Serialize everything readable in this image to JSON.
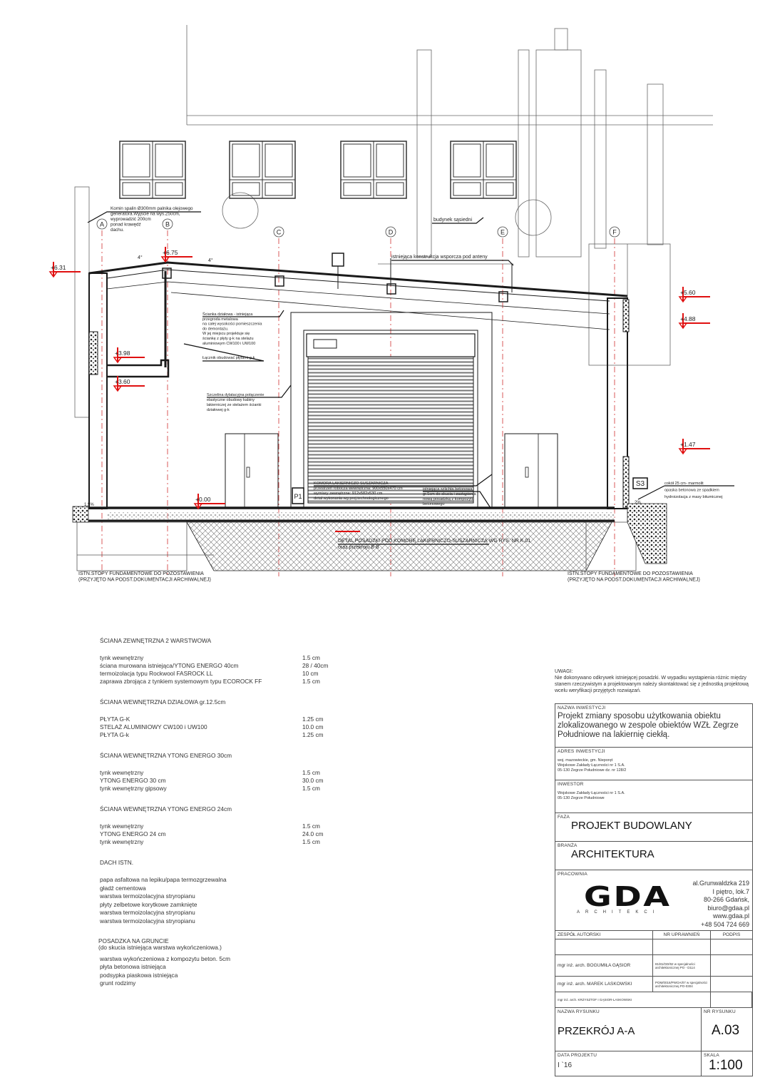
{
  "colors": {
    "line": "#1a1a1a",
    "thin": "#555555",
    "axis": "#d03030",
    "level": "#e01010",
    "hatch": "#777777"
  },
  "axes": [
    "A",
    "B",
    "C",
    "D",
    "E",
    "F"
  ],
  "levels": [
    "+6.31",
    "+6.75",
    "+3.98",
    "+3.60",
    "+0.00",
    "+5.60",
    "+4.88",
    "+1.47"
  ],
  "slopes": [
    "4°",
    "4°"
  ],
  "tags": {
    "p1": "P1",
    "s3": "S3"
  },
  "annotations": {
    "chimney": [
      "Komin spalin Ø300mm palnika olejowego",
      "generatora.Wyjście na wys.250cm,",
      "wyprowadzić 200cm",
      "ponad krawędź",
      "dachu."
    ],
    "neighbor": "budynek sąsiedni",
    "antenna": "istniejąca konstrukcja wsporcza pod anteny",
    "partition": [
      "Ścianka działowa - istniejąca",
      "przegroda metalowa",
      "na całej wysokości pomieszczenia",
      "do demontażu.",
      "W jej miejscu projektuje się",
      "ściankę z płyty g-k na stelażu",
      "aluminiowym CW100 i UW100"
    ],
    "connector": "Łącznik obudować płytami g-k",
    "gap": [
      "Szczelina dylatacyjna połączenie",
      "elastyczne obudowy kabiny",
      "lakierniczej ze stelażem ścianki",
      "działowej g-k"
    ],
    "booth": [
      "KOMORA LAKIERNICZO SUSZARNICZA",
      "przestrzeń robocza wewnętrzna: 900x550x470 cm",
      "wymiary zewnętrzne: 912x582x530 cm",
      "detal wykonania wg proj.technologicznego"
    ],
    "screed": [
      "istniejąca szlichta betonowa",
      "gr.5cm do skucia i zastąpienia",
      "nową posadzką z kompozytu",
      "betonowego"
    ],
    "plinth": [
      "cokół 25 cm- marmolit",
      "opaska betonowa ze spadkiem",
      "hydroizolacja z masy bitumicznej"
    ],
    "slope_pct": [
      "1.5%",
      "2%"
    ],
    "floor_detail": [
      "DETAL POSADZKI POD KOMORĘ LAKIERNICZO-SUSZARNICZĄ WG RYS. NR K.01",
      "oraz przekroju B-B"
    ],
    "foundation": [
      "ISTN.STOPY FUNDAMENTOWE DO POZOSTAWIENIA",
      "(PRZYJĘTO NA PODST.DOKUMENTACJI ARCHIWALNEJ)"
    ]
  },
  "specs": [
    {
      "title": "ŚCIANA ZEWNĘTRZNA 2 WARSTWOWA",
      "rows": [
        [
          "tynk wewnętrzny",
          "1.5 cm"
        ],
        [
          "ściana murowana   istniejąca/YTONG ENERGO 40cm",
          "28 / 40cm"
        ],
        [
          "termoizolacja typu Rockwool FASROCK LL",
          "10 cm"
        ],
        [
          "zaprawa zbrojąca z tynkiem systemowym typu ECOROCK FF",
          "1.5 cm"
        ]
      ]
    },
    {
      "title": "ŚCIANA WEWNĘTRZNA DZIAŁOWA gr.12.5cm",
      "rows": [
        [
          "PŁYTA G-K",
          "1.25 cm"
        ],
        [
          "STELAŻ ALUMINIOWY CW100 i UW100",
          "10.0 cm"
        ],
        [
          "PŁYTA G-k",
          "1.25 cm"
        ]
      ]
    },
    {
      "title": "ŚCIANA WEWNĘTRZNA YTONG ENERGO 30cm",
      "rows": [
        [
          "tynk wewnętrzny",
          "1.5 cm"
        ],
        [
          "YTONG ENERGO 30 cm",
          "30.0 cm"
        ],
        [
          "tynk wewnętrzny gipsowy",
          "1.5 cm"
        ]
      ]
    },
    {
      "title": "ŚCIANA WEWNĘTRZNA YTONG ENERGO 24cm",
      "rows": [
        [
          "tynk wewnętrzny",
          "1.5 cm"
        ],
        [
          "YTONG ENERGO 24 cm",
          "24.0 cm"
        ],
        [
          "tynk wewnętrzny",
          "1.5 cm"
        ]
      ]
    },
    {
      "title": "DACH ISTN.",
      "rows": [
        [
          "papa asfaltowa na lepiku/papa termozgrzewalna",
          ""
        ],
        [
          "gładź cementowa",
          ""
        ],
        [
          "warstwa termoizolacyjna stryropianu",
          ""
        ],
        [
          "płyty zelbetowe korytkowe zamknięte",
          ""
        ],
        [
          "warstwa termoizolacyjna stryropianu",
          ""
        ],
        [
          "warstwa termoizolacyjna stryropianu",
          ""
        ]
      ]
    },
    {
      "title": "POSADZKA NA GRUNCIE\n(do skucia istniejąca warstwa wykończeniowa.)",
      "rows": [
        [
          "warstwa wykończeniowa z kompozytu beton. 5cm",
          ""
        ],
        [
          "płyta betonowa istniejąca",
          ""
        ],
        [
          "podsypka piaskowa istniejąca",
          ""
        ],
        [
          "grunt rodzimy",
          ""
        ]
      ]
    }
  ],
  "notes": {
    "title": "UWAGI:",
    "text": "Nie dokonywano odkrywek istniejącej posadzki. W wypadku wystąpienia różnic między stanem rzeczywistym a projektowanym należy skontaktować się z jednostką projektową wcelu weryfikacji przyjętych rozwiązań."
  },
  "title_block": {
    "investment_label": "NAZWA INWESTYCJI",
    "investment": "Projekt zmiany sposobu użytkowania obiektu zlokalizowanego w zespole obiektów WZŁ Zegrze Południowe  na lakiernię ciekłą.",
    "address_label": "ADRES INWESTYCJI",
    "address": [
      "woj. mazowieckie, gm. Nieporęt",
      "Wojskowe Zakłady Łączności nr 1 S.A.",
      "05-130 Zegrze Południowe dz. nr 128/2"
    ],
    "investor_label": "INWESTOR",
    "investor": [
      "Wojskowe Zakłady Łączności nr 1 S.A.",
      "05-130 Zegrze Południowe"
    ],
    "phase_label": "FAZA",
    "phase": "PROJEKT BUDOWLANY",
    "branch_label": "BRANŻA",
    "branch": "ARCHITEKTURA",
    "studio_label": "PRACOWNIA",
    "logo": "GDA",
    "logo_sub": "ARCHITEKCI",
    "studio_address": [
      "al.Grunwaldzka 219",
      "I piętro, lok.7",
      "80-266 Gdańsk,",
      "biuro@gdaa.pl",
      "www.gdaa.pl",
      "+48 504 724 669"
    ],
    "team_label": "ZESPÓŁ AUTORSKI",
    "license_label": "NR UPRAWNIEŃ",
    "sign_label": "PODPIS",
    "team": [
      {
        "name": "",
        "license": ""
      },
      {
        "name": "mgr inż. arch. BOGUMIŁA GĄSIOR",
        "license": "81/81/GD/92 w specjalności architektonicznej PO - D114"
      },
      {
        "name": "mgr inż. arch. MAREK LASKOWSKI",
        "license": "POM/0016/PWOA/07 w specjalności architektonicznej PO-0304"
      },
      {
        "name": "mgr inż. arch. KRZYSZTOF I GĄSIOR-LASKOWSKI",
        "license": ""
      }
    ],
    "drawing_label": "NAZWA RYSUNKU",
    "drawing": "PRZEKRÓJ A-A",
    "number_label": "NR RYSUNKU",
    "number": "A.03",
    "date_label": "DATA PROJEKTU",
    "date": "I `16",
    "scale_label": "SKALA",
    "scale": "1:100"
  }
}
